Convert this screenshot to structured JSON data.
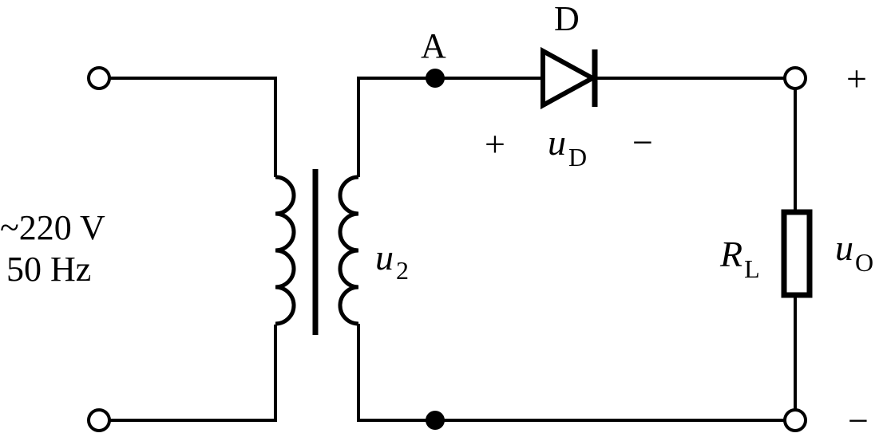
{
  "source": {
    "line1": "~220 V",
    "line2": "50 Hz"
  },
  "secondary": {
    "symbol": "u",
    "subscript": "2"
  },
  "nodes": {
    "a_label": "A"
  },
  "diode": {
    "label": "D",
    "voltage_symbol": "u",
    "voltage_subscript": "D",
    "plus": "+",
    "minus": "−"
  },
  "load": {
    "symbol": "R",
    "subscript": "L"
  },
  "output": {
    "symbol": "u",
    "subscript": "O",
    "plus": "+",
    "minus": "−"
  }
}
